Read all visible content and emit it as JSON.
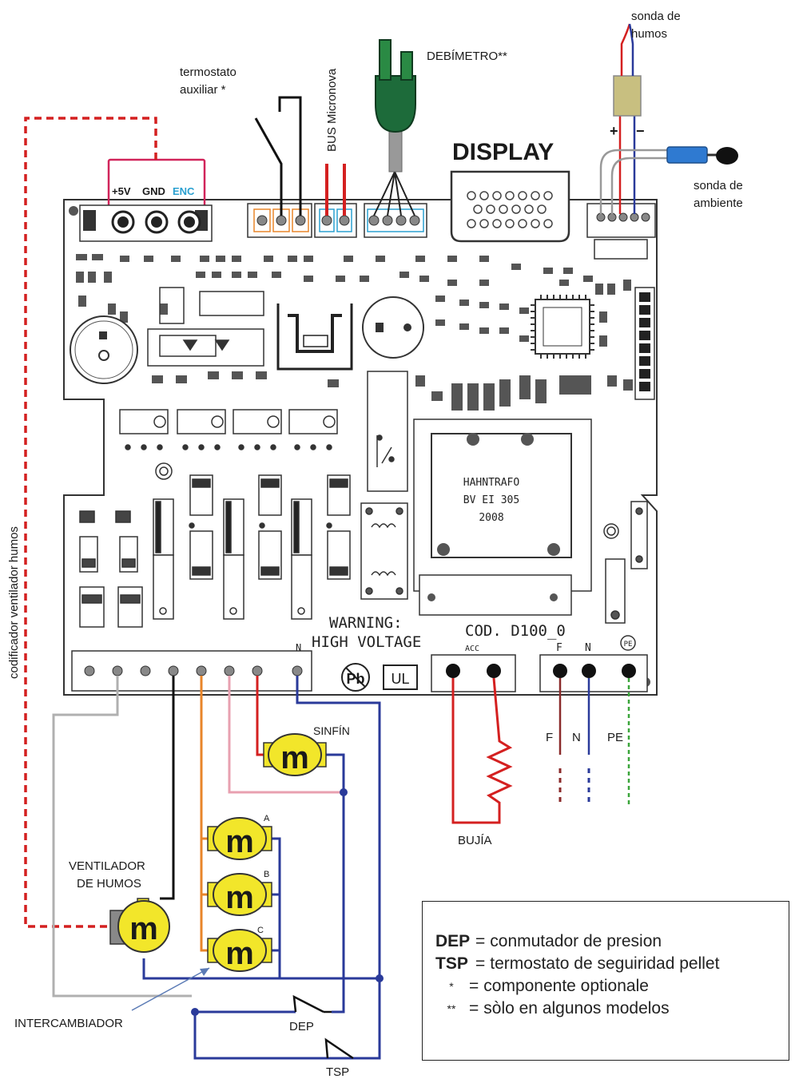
{
  "labels": {
    "termostato_line1": "termostato",
    "termostato_line2": "auxiliar *",
    "bus_micronova": "BUS Micronova",
    "debimetro": "DEBÍMETRO**",
    "sonda_humos_line1": "sonda de",
    "sonda_humos_line2": "humos",
    "display": "DISPLAY",
    "sonda_ambiente_line1": "sonda de",
    "sonda_ambiente_line2": "ambiente",
    "plus": "+",
    "minus": "−",
    "encoder_5v": "+5V",
    "encoder_gnd": "GND",
    "encoder_enc": "ENC",
    "codificador": "codificador ventilador humos",
    "warning_line1": "WARNING:",
    "warning_line2": "HIGH VOLTAGE",
    "cod": "COD. D100_0",
    "hahntrafo_line1": "HAHNTRAFO",
    "hahntrafo_line2": "BV EI 305",
    "hahntrafo_line3": "2008",
    "pb": "Pb",
    "ul": "UL",
    "acc": "ACC",
    "terminal_n": "N",
    "terminal_f": "F",
    "terminal_n2": "N",
    "terminal_pe": "PE",
    "wire_f": "F",
    "wire_n": "N",
    "wire_pe": "PE",
    "sinfin": "SINFÍN",
    "bujia": "BUJÍA",
    "ventilador_line1": "VENTILADOR",
    "ventilador_line2": "DE HUMOS",
    "intercambiador": "INTERCAMBIADOR",
    "dep": "DEP",
    "tsp": "TSP",
    "motor_letter": "m",
    "motor_a": "A",
    "motor_b": "B",
    "motor_c": "C"
  },
  "legend": [
    {
      "key": "DEP",
      "text": "conmutador de presion"
    },
    {
      "key": "TSP",
      "text": "termostato de seguiridad  pellet"
    },
    {
      "key": "*",
      "text": "componente optionale"
    },
    {
      "key": "**",
      "text": "sòlo en algunos modelos"
    }
  ],
  "colors": {
    "pcb_line": "#333333",
    "wire_red": "#d42020",
    "wire_blue": "#2a3a9a",
    "wire_orange": "#e8852a",
    "wire_pink": "#e8a0b0",
    "wire_grey": "#b0b0b0",
    "wire_green": "#3aa53a",
    "encoder_box": "#d1245a",
    "motor_fill": "#f2e62a",
    "debimetro_green": "#1d6b3a",
    "probe_blue": "#2f7ad1"
  }
}
